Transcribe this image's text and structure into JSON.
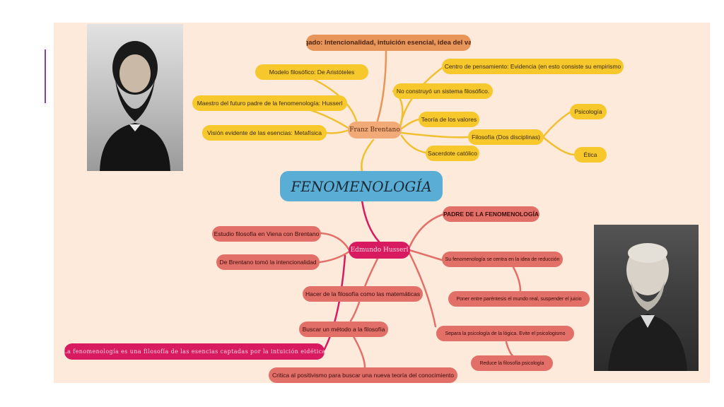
{
  "central": "FENOMENOLOGÍA",
  "brentano": {
    "name": "Franz Brentano",
    "legado": "Legado: Intencionalidad, intuición esencial, idea del valor",
    "modelo": "Modelo filosófico: De Aristóteles",
    "maestro": "Maestro del futuro padre de la fenomenología: Husserl",
    "vision": "Visión evidente de las esencias: Metafísica",
    "centro": "Centro de pensamiento: Evidencia  (en esto consiste su empirismo",
    "no_construyo": "No construyó un sistema filosófico.",
    "teoria": "Teoría de los valores",
    "filosofia": "Filosofía (Dos disciplinas)",
    "psicologia": "Psicología",
    "etica": "Ética",
    "sacerdote": "Sacerdote católico"
  },
  "husserl": {
    "name": "Edmundo Husserl",
    "padre": "PADRE DE LA FENOMENOLOGÍA",
    "estudio": "Estudio filosofía en Viena con Brentano",
    "tomo": "De Brentano tomó la intencionalidad",
    "reduccion": "Su fenomenología se centra en la idea de reducción",
    "parentesis": "Poner entre paréntesis el mundo real, suspender el juicio",
    "matematicas": "Hacer de la filosofía como las matemáticas",
    "metodo": "Buscar un método a la filosofía",
    "definicion": "La fenomenología es una filosofía de las esencias captadas por la intuición eidética",
    "separa": "Separa la psicología de la lógica. Evite el psicologismo",
    "reduce": "Reduce la filosofía psicología",
    "critica": "Critica al positivismo para buscar una nueva teoría del conocimiento"
  },
  "colors": {
    "legacy_branch": "#e8955a",
    "brentano_branch": "#f6c82c",
    "husserl_branch": "#e27069",
    "husserl_center": "#d81b60",
    "central_topic": "#5aaed5",
    "background": "#fdeadb"
  }
}
